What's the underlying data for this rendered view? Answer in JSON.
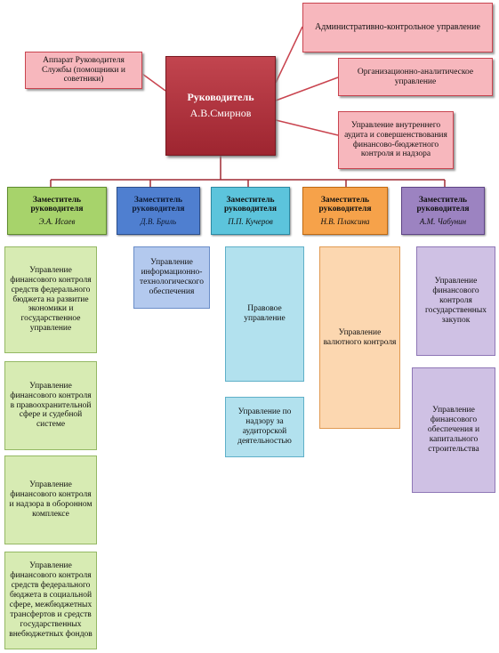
{
  "chief": {
    "title": "Руководитель",
    "name": "А.В.Смирнов"
  },
  "apparatus": "Аппарат Руководителя Службы (помощники и советники)",
  "right_units": [
    "Административно-контрольное управление",
    "Организационно-аналитическое управление",
    "Управление внутреннего аудита и совершенствования финансово-бюджетного контроля и надзора"
  ],
  "deputies": [
    {
      "title": "Заместитель руководителя",
      "name": "Э.А. Исаев"
    },
    {
      "title": "Заместитель руководителя",
      "name": "Д.В. Бриль"
    },
    {
      "title": "Заместитель руководителя",
      "name": "П.П. Кучеров"
    },
    {
      "title": "Заместитель руководителя",
      "name": "Н.В. Плаксина"
    },
    {
      "title": "Заместитель руководителя",
      "name": "А.М. Чабунин"
    }
  ],
  "units": {
    "col1": [
      "Управление финансового контроля средств федерального бюджета на развитие экономики и государственное управление",
      "Управление финансового контроля в правоохранительной сфере и судебной системе",
      "Управление финансового контроля и надзора в оборонном комплексе",
      "Управление финансового контроля средств федерального бюджета в социальной сфере, межбюджетных трансфертов и средств государственных внебюджетных фондов"
    ],
    "col2": [
      "Управление информационно-технологического обеспечения"
    ],
    "col3": [
      "Правовое управление",
      "Управление по надзору за аудиторской деятельностью"
    ],
    "col4": [
      "Управление валютного контроля"
    ],
    "col5": [
      "Управление финансового контроля государственных закупок",
      "Управление финансового обеспечения и капитального строительства"
    ]
  }
}
